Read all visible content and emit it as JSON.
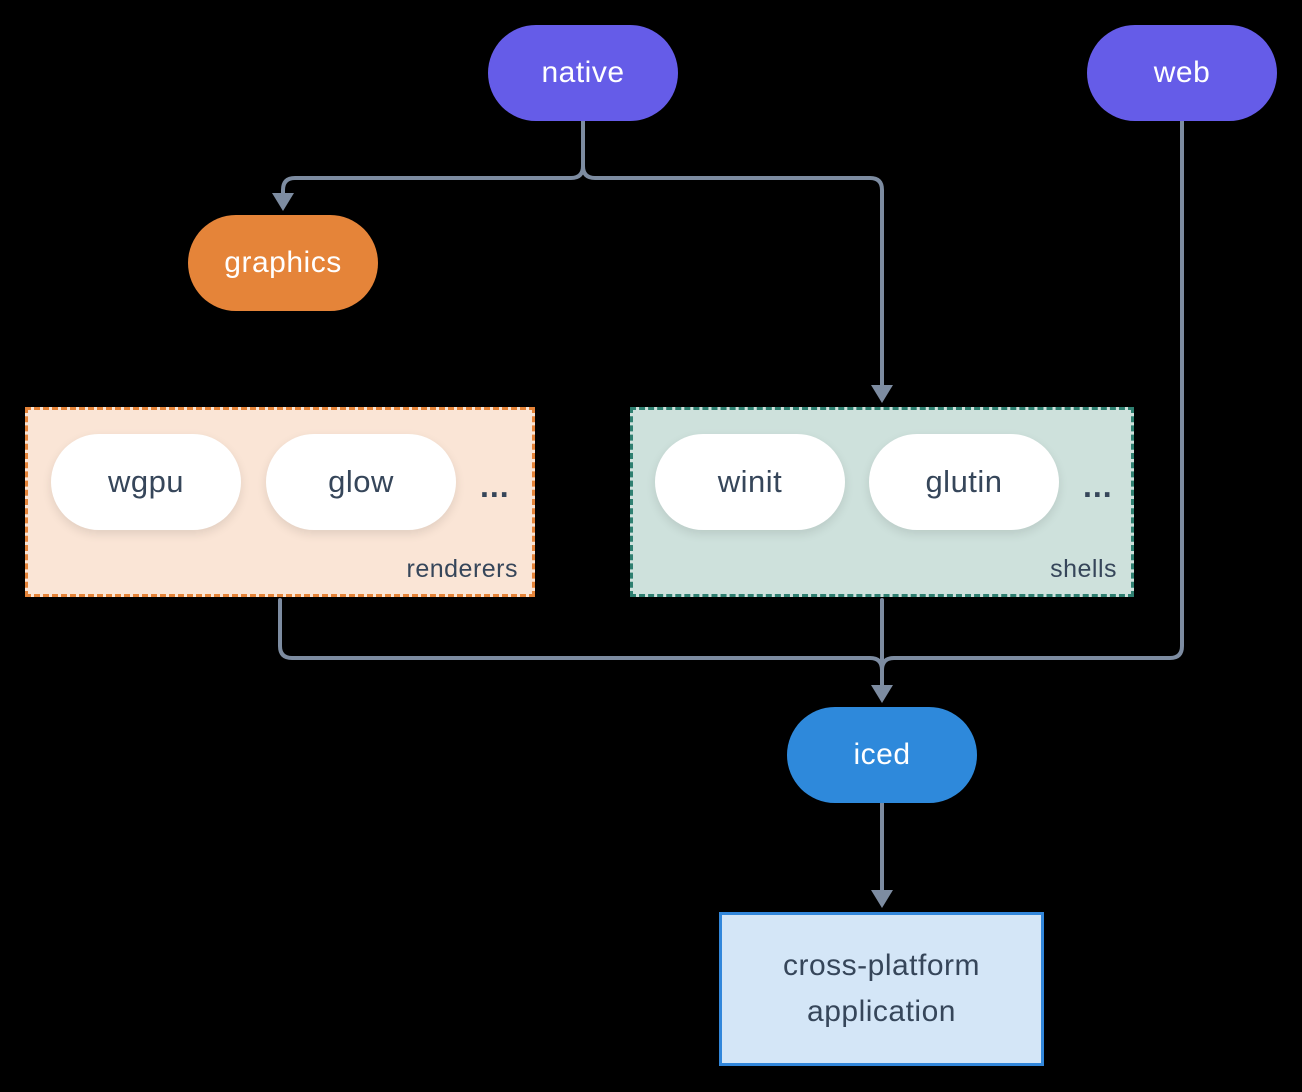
{
  "colors": {
    "background": "#000000",
    "purple": "#655CE8",
    "orange": "#E58439",
    "blue": "#2E89DB",
    "white": "#FFFFFF",
    "ink": "#36465A",
    "line": "#7D8CA1",
    "renderers-bg": "#FAE5D6",
    "renderers-border": "#E58439",
    "shells-bg": "#CEE1DC",
    "shells-border": "#2F8071",
    "app-bg": "#D4E6F7",
    "app-border": "#3287DB"
  },
  "nodes": {
    "native": "native",
    "web": "web",
    "graphics": "graphics",
    "iced": "iced",
    "app": "cross-platform application"
  },
  "groups": {
    "renderers": {
      "label": "renderers",
      "items": [
        "wgpu",
        "glow"
      ],
      "more": "..."
    },
    "shells": {
      "label": "shells",
      "items": [
        "winit",
        "glutin"
      ],
      "more": "..."
    }
  }
}
